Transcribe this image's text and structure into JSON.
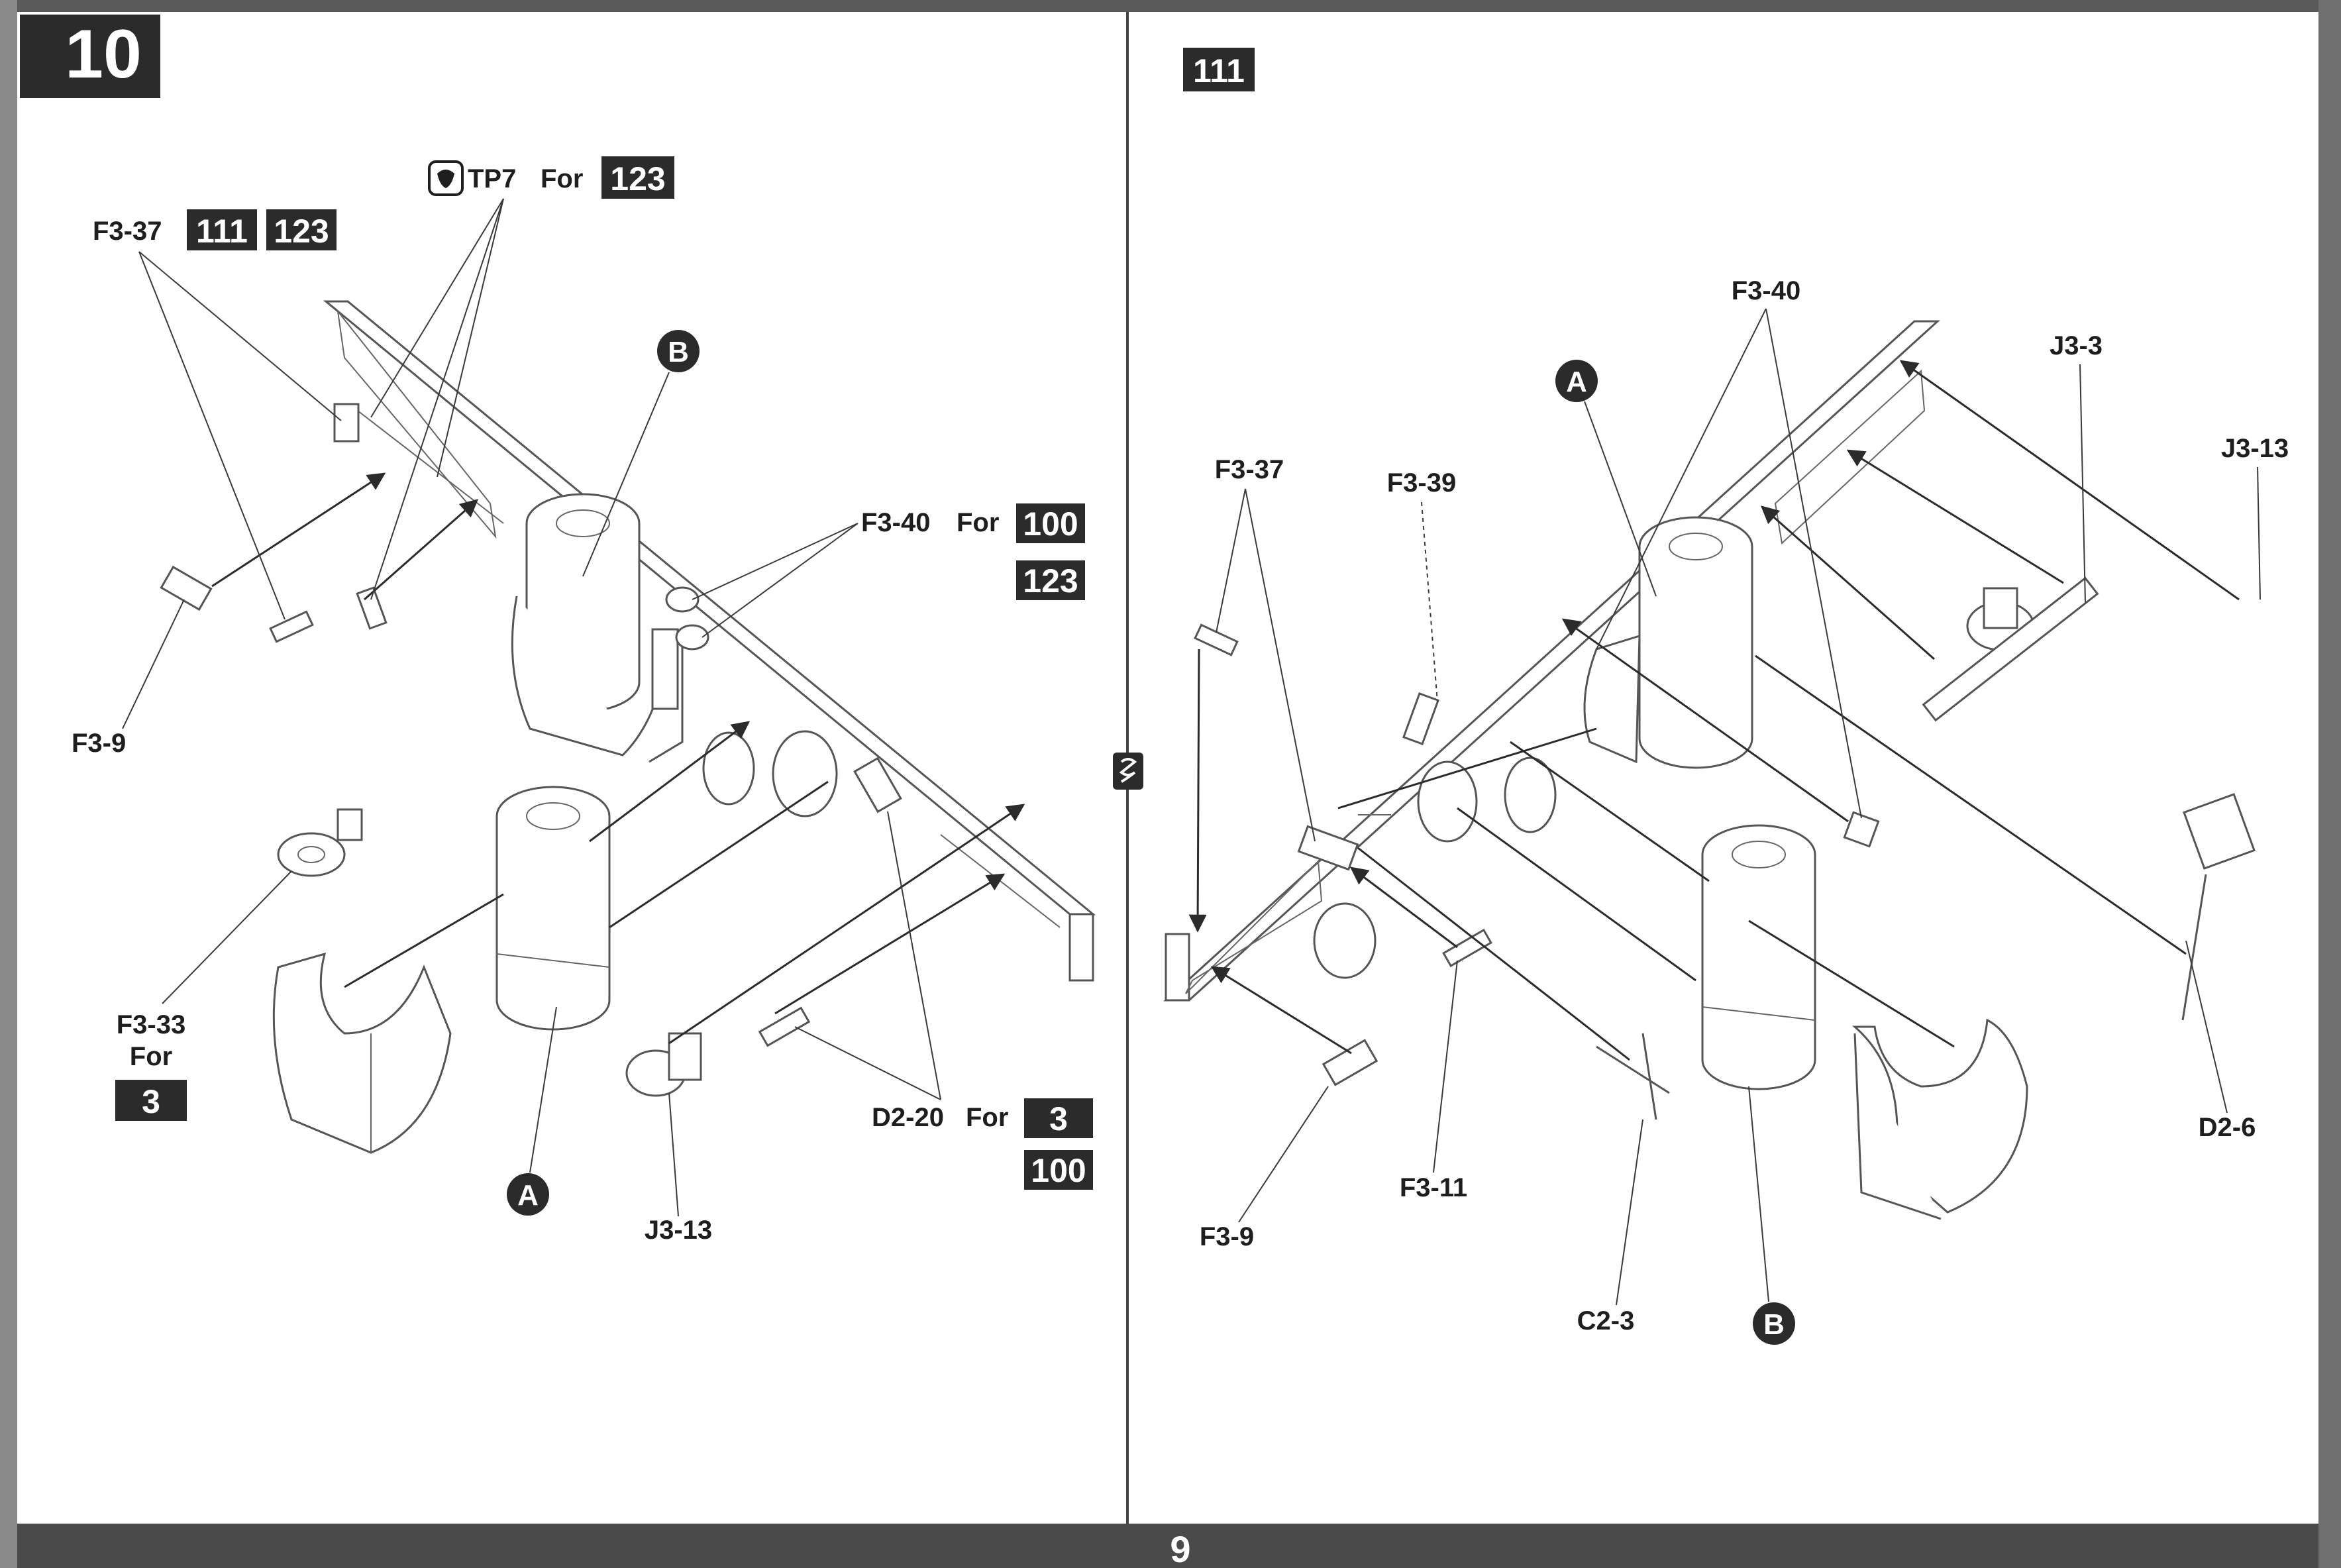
{
  "page": {
    "step_number": "10",
    "page_number": "9",
    "center_tab_icon": "spring-icon",
    "colors": {
      "bar": "#4a4a4a",
      "badge": "#2b2b2b",
      "ink": "#1e1e1e",
      "paper": "#ffffff"
    }
  },
  "left_panel": {
    "tp7": {
      "icon": "paint-icon",
      "label": "TP7",
      "for": "For",
      "badge": "123"
    },
    "f3_37": {
      "label": "F3-37",
      "badges": [
        "111",
        "123"
      ]
    },
    "marker_b": "B",
    "marker_a": "A",
    "f3_40": {
      "label": "F3-40",
      "for": "For",
      "badges": [
        "100",
        "123"
      ]
    },
    "f3_9": "F3-9",
    "f3_33": {
      "label": "F3-33",
      "for": "For",
      "badge": "3"
    },
    "d2_20": {
      "label": "D2-20",
      "for": "For",
      "badges": [
        "3",
        "100"
      ]
    },
    "j3_13": "J3-13"
  },
  "right_panel": {
    "version_badge": "111",
    "f3_40": "F3-40",
    "marker_a": "A",
    "marker_b": "B",
    "j3_3": "J3-3",
    "j3_13": "J3-13",
    "f3_37": "F3-37",
    "f3_39": "F3-39",
    "f3_9": "F3-9",
    "f3_11": "F3-11",
    "c2_3": "C2-3",
    "d2_6": "D2-6"
  }
}
